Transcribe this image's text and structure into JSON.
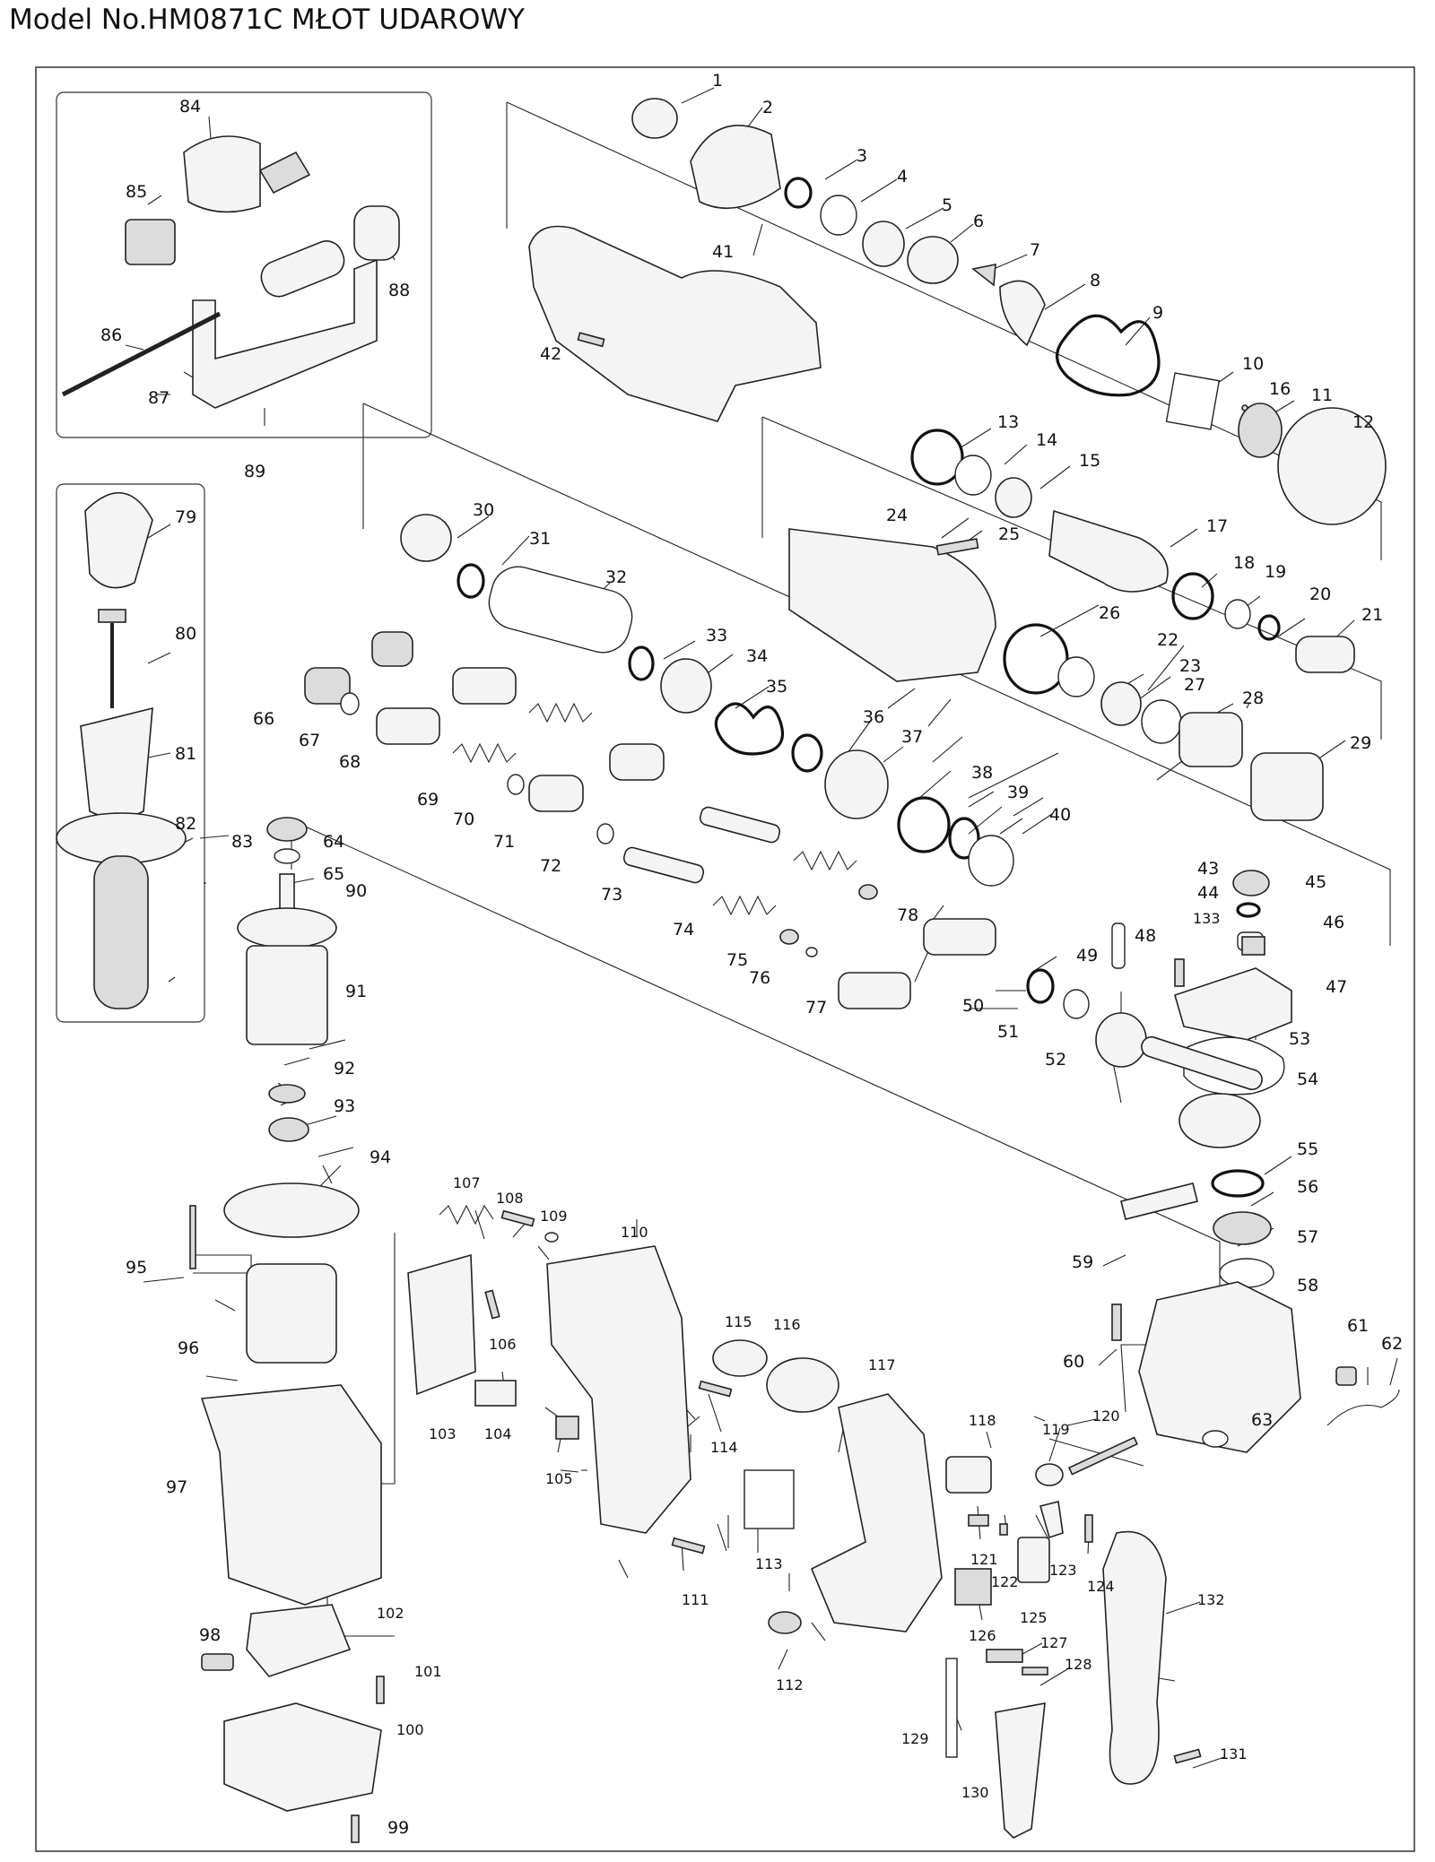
{
  "title": "Model No.HM0871C MŁOT UDAROWY",
  "callouts": [
    {
      "id": "1",
      "label": "1"
    },
    {
      "id": "2",
      "label": "2"
    },
    {
      "id": "3",
      "label": "3"
    },
    {
      "id": "4",
      "label": "4"
    },
    {
      "id": "5",
      "label": "5"
    },
    {
      "id": "6",
      "label": "6"
    },
    {
      "id": "7",
      "label": "7"
    },
    {
      "id": "8",
      "label": "8"
    },
    {
      "id": "9",
      "label": "9"
    },
    {
      "id": "10",
      "label": "10"
    },
    {
      "id": "11",
      "label": "11"
    },
    {
      "id": "12",
      "label": "12"
    },
    {
      "id": "13",
      "label": "13"
    },
    {
      "id": "14",
      "label": "14"
    },
    {
      "id": "15",
      "label": "15"
    },
    {
      "id": "16",
      "label": "16"
    },
    {
      "id": "17",
      "label": "17"
    },
    {
      "id": "18",
      "label": "18"
    },
    {
      "id": "19",
      "label": "19"
    },
    {
      "id": "20",
      "label": "20"
    },
    {
      "id": "21",
      "label": "21"
    },
    {
      "id": "22",
      "label": "22"
    },
    {
      "id": "23",
      "label": "23"
    },
    {
      "id": "24",
      "label": "24"
    },
    {
      "id": "25",
      "label": "25"
    },
    {
      "id": "26",
      "label": "26"
    },
    {
      "id": "27",
      "label": "27"
    },
    {
      "id": "28",
      "label": "28"
    },
    {
      "id": "29",
      "label": "29"
    },
    {
      "id": "30",
      "label": "30"
    },
    {
      "id": "31",
      "label": "31"
    },
    {
      "id": "32",
      "label": "32"
    },
    {
      "id": "33",
      "label": "33"
    },
    {
      "id": "34",
      "label": "34"
    },
    {
      "id": "35",
      "label": "35"
    },
    {
      "id": "36",
      "label": "36"
    },
    {
      "id": "37",
      "label": "37"
    },
    {
      "id": "38",
      "label": "38"
    },
    {
      "id": "39",
      "label": "39"
    },
    {
      "id": "40",
      "label": "40"
    },
    {
      "id": "41",
      "label": "41"
    },
    {
      "id": "42",
      "label": "42"
    },
    {
      "id": "43",
      "label": "43"
    },
    {
      "id": "44",
      "label": "44"
    },
    {
      "id": "45",
      "label": "45"
    },
    {
      "id": "46",
      "label": "46"
    },
    {
      "id": "47",
      "label": "47"
    },
    {
      "id": "48",
      "label": "48"
    },
    {
      "id": "49",
      "label": "49"
    },
    {
      "id": "50",
      "label": "50"
    },
    {
      "id": "51",
      "label": "51"
    },
    {
      "id": "52",
      "label": "52"
    },
    {
      "id": "53",
      "label": "53"
    },
    {
      "id": "54",
      "label": "54"
    },
    {
      "id": "55",
      "label": "55"
    },
    {
      "id": "56",
      "label": "56"
    },
    {
      "id": "57",
      "label": "57"
    },
    {
      "id": "58",
      "label": "58"
    },
    {
      "id": "59",
      "label": "59"
    },
    {
      "id": "60",
      "label": "60"
    },
    {
      "id": "61",
      "label": "61"
    },
    {
      "id": "62",
      "label": "62"
    },
    {
      "id": "63",
      "label": "63"
    },
    {
      "id": "64",
      "label": "64"
    },
    {
      "id": "65",
      "label": "65"
    },
    {
      "id": "66",
      "label": "66"
    },
    {
      "id": "67",
      "label": "67"
    },
    {
      "id": "68",
      "label": "68"
    },
    {
      "id": "69",
      "label": "69"
    },
    {
      "id": "70",
      "label": "70"
    },
    {
      "id": "71",
      "label": "71"
    },
    {
      "id": "72",
      "label": "72"
    },
    {
      "id": "73",
      "label": "73"
    },
    {
      "id": "74",
      "label": "74"
    },
    {
      "id": "75",
      "label": "75"
    },
    {
      "id": "76",
      "label": "76"
    },
    {
      "id": "77",
      "label": "77"
    },
    {
      "id": "78",
      "label": "78"
    },
    {
      "id": "79",
      "label": "79"
    },
    {
      "id": "80",
      "label": "80"
    },
    {
      "id": "81",
      "label": "81"
    },
    {
      "id": "82",
      "label": "82"
    },
    {
      "id": "83",
      "label": "83"
    },
    {
      "id": "84",
      "label": "84"
    },
    {
      "id": "85",
      "label": "85"
    },
    {
      "id": "86",
      "label": "86"
    },
    {
      "id": "87",
      "label": "87"
    },
    {
      "id": "88",
      "label": "88"
    },
    {
      "id": "89",
      "label": "89"
    },
    {
      "id": "90",
      "label": "90"
    },
    {
      "id": "91",
      "label": "91"
    },
    {
      "id": "92",
      "label": "92"
    },
    {
      "id": "93",
      "label": "93"
    },
    {
      "id": "94",
      "label": "94"
    },
    {
      "id": "95",
      "label": "95"
    },
    {
      "id": "96",
      "label": "96"
    },
    {
      "id": "97",
      "label": "97"
    },
    {
      "id": "98",
      "label": "98"
    },
    {
      "id": "99",
      "label": "99"
    },
    {
      "id": "100",
      "label": "100"
    },
    {
      "id": "101",
      "label": "101"
    },
    {
      "id": "102",
      "label": "102"
    },
    {
      "id": "103",
      "label": "103"
    },
    {
      "id": "104",
      "label": "104"
    },
    {
      "id": "105",
      "label": "105"
    },
    {
      "id": "106",
      "label": "106"
    },
    {
      "id": "107",
      "label": "107"
    },
    {
      "id": "108",
      "label": "108"
    },
    {
      "id": "109",
      "label": "109"
    },
    {
      "id": "110",
      "label": "110"
    },
    {
      "id": "111",
      "label": "111"
    },
    {
      "id": "112",
      "label": "112"
    },
    {
      "id": "113",
      "label": "113"
    },
    {
      "id": "114",
      "label": "114"
    },
    {
      "id": "115",
      "label": "115"
    },
    {
      "id": "116",
      "label": "116"
    },
    {
      "id": "117",
      "label": "117"
    },
    {
      "id": "118",
      "label": "118"
    },
    {
      "id": "119",
      "label": "119"
    },
    {
      "id": "120",
      "label": "120"
    },
    {
      "id": "121",
      "label": "121"
    },
    {
      "id": "122",
      "label": "122"
    },
    {
      "id": "123",
      "label": "123"
    },
    {
      "id": "124",
      "label": "124"
    },
    {
      "id": "125",
      "label": "125"
    },
    {
      "id": "126",
      "label": "126"
    },
    {
      "id": "127",
      "label": "127"
    },
    {
      "id": "128",
      "label": "128"
    },
    {
      "id": "129",
      "label": "129"
    },
    {
      "id": "130",
      "label": "130"
    },
    {
      "id": "131",
      "label": "131"
    },
    {
      "id": "132",
      "label": "132"
    },
    {
      "id": "133",
      "label": "133"
    }
  ]
}
